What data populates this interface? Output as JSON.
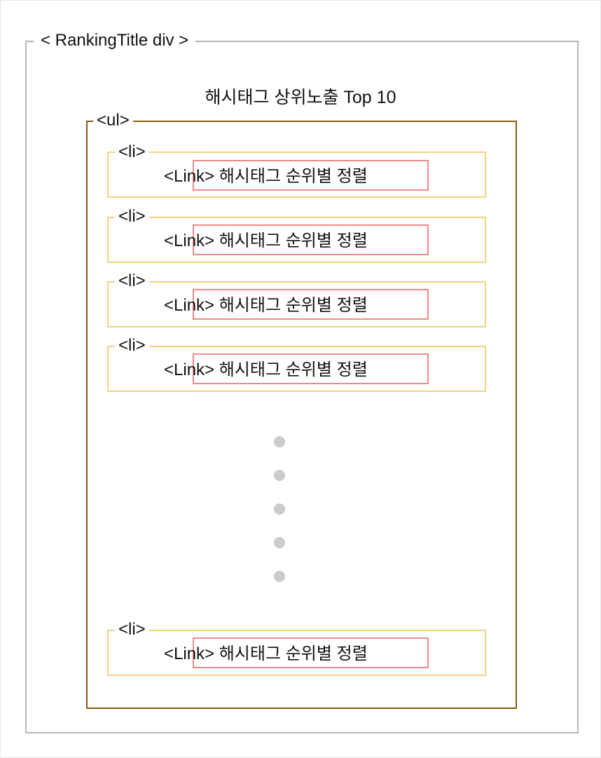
{
  "wrapper": {
    "label": "< RankingTitle div >",
    "title": "해시태그 상위노출 Top 10"
  },
  "list": {
    "label": "<ul>",
    "items": [
      {
        "tag": "<li>",
        "link_text": "<Link> 해시태그 순위별 정렬"
      },
      {
        "tag": "<li>",
        "link_text": "<Link> 해시태그 순위별 정렬"
      },
      {
        "tag": "<li>",
        "link_text": "<Link> 해시태그 순위별 정렬"
      },
      {
        "tag": "<li>",
        "link_text": "<Link> 해시태그 순위별 정렬"
      },
      {
        "tag": "<li>",
        "link_text": "<Link> 해시태그 순위별 정렬"
      }
    ],
    "ellipsis_dot_count": 5
  },
  "colors": {
    "outer_border": "#b5b5b5",
    "ul_border": "#8a5a12",
    "li_border": "#f7d27f",
    "link_border": "#ee8a8a",
    "dot": "#cbcbcb"
  }
}
